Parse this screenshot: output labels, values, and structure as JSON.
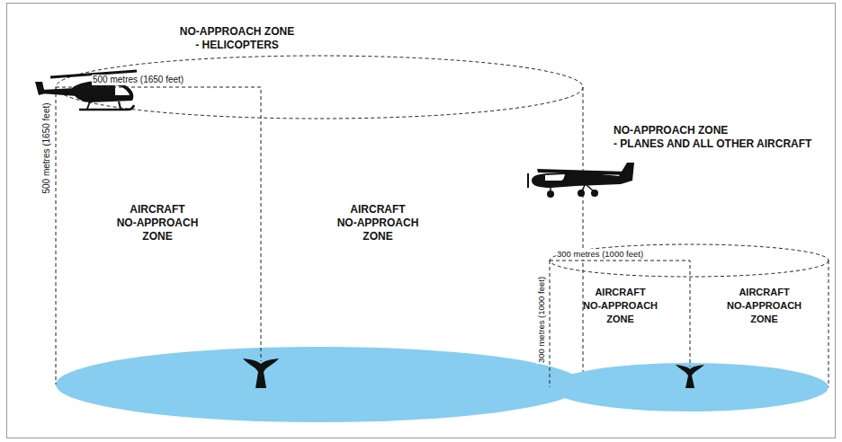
{
  "diagram": {
    "nodes": [
      {
        "text": [
          "NO-APPROACH ZONE - HELICOPTERS",
          "AIRCRAFT NO-APPROACH ZONE",
          "AIRCRAFT NO-APPROACH ZONE"
        ]
      },
      {
        "text": [
          "NO-APPROACH ZONE - PLANES AND ALL OTHER AIRCRAFT",
          "AIRCRAFT NO-APPROACH ZONE",
          "AIRCRAFT NO-APPROACH ZONE"
        ]
      }
    ],
    "labels": [
      "500 metres (1650 feet)",
      "500 metres (1650 feet)",
      "300 metres (1000 feet)",
      "300 metres (1000 feet)"
    ]
  }
}
